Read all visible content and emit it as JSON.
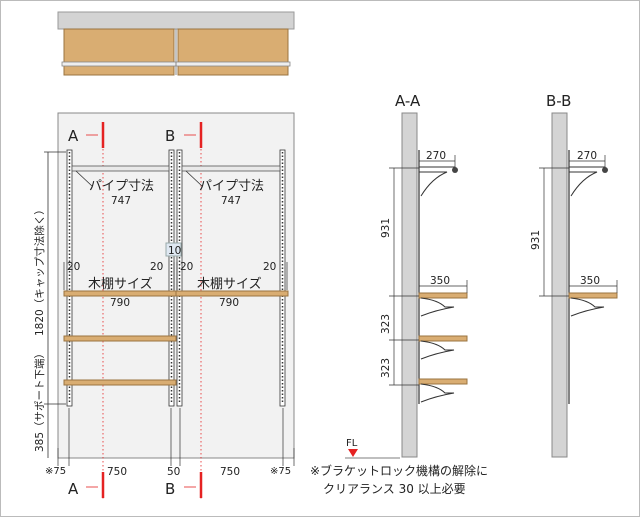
{
  "section_labels": {
    "a_top": "A",
    "b_top": "B",
    "a_bottom": "A",
    "b_bottom": "B",
    "view_aa": "A-A",
    "view_bb": "B-B"
  },
  "front": {
    "pipe_label_1": "パイプ寸法",
    "pipe_value_1": "747",
    "pipe_label_2": "パイプ寸法",
    "pipe_value_2": "747",
    "shelf_label_1": "木棚サイズ",
    "shelf_value_1": "790",
    "shelf_label_2": "木棚サイズ",
    "shelf_value_2": "790",
    "gap_left_1": "20",
    "gap_right_1": "20",
    "gap_left_2": "20",
    "gap_right_2": "20",
    "center_gap": "10",
    "height_main": "1820（キャップ寸法除く）",
    "height_support": "385（サポート下端）",
    "width_edge_left": "※75",
    "width_bay_1": "750",
    "width_center": "50",
    "width_bay_2": "750",
    "width_edge_right": "※75"
  },
  "section_aa": {
    "depth_pipe": "270",
    "depth_shelf": "350",
    "height_1": "931",
    "height_2": "323",
    "height_3": "323",
    "floor_label": "FL"
  },
  "section_bb": {
    "depth_pipe": "270",
    "depth_shelf": "350",
    "height_1": "931"
  },
  "note": {
    "line1": "※ブラケットロック機構の解除に",
    "line2": "クリアランス 30 以上必要"
  },
  "colors": {
    "wood": "#d9ad72",
    "wood_edge": "#9a7440",
    "wall": "#d4d4d4",
    "panel_bg": "#f2f2f2",
    "marker_red": "#e52222",
    "line": "#333333"
  }
}
